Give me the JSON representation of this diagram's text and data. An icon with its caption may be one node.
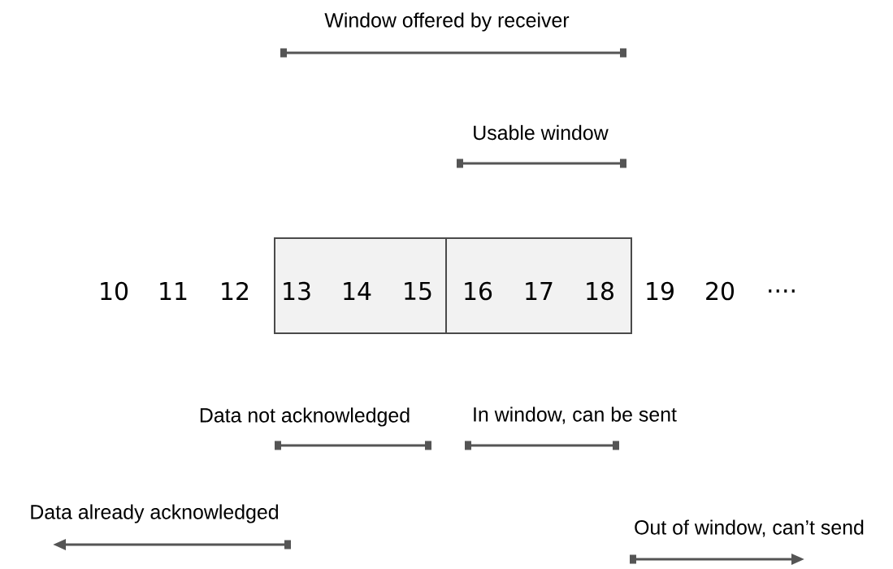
{
  "diagram": {
    "nodes": [
      {
        "text": [
          "13",
          "14",
          "15"
        ]
      },
      {
        "text": [
          "16",
          "17",
          "18"
        ]
      }
    ],
    "labels": [
      "Window offered by receiver",
      "Usable window",
      "10",
      "11",
      "12",
      "19",
      "20",
      "....",
      "Data not acknowledged",
      "In window, can be sent",
      "Data already acknowledged",
      "Out of window, can’t send"
    ]
  }
}
